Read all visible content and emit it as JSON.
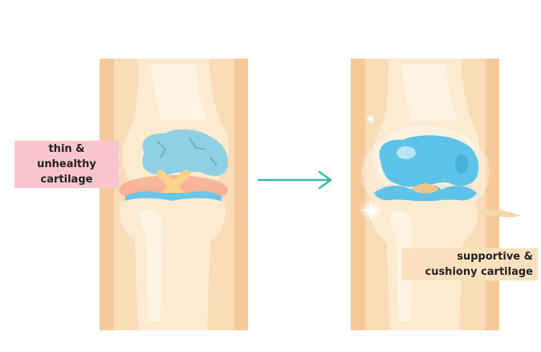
{
  "labels": {
    "left_line1": "thin & unhealthy",
    "left_line2": "cartilage",
    "right_line1": "supportive &",
    "right_line2": "cushiony cartilage"
  },
  "colors": {
    "skin_outer": "#f6c99a",
    "skin_mid": "#f9dcb8",
    "bone": "#fcebd0",
    "bone_highlight": "#fff6e6",
    "cartilage_blue": "#5ec3e8",
    "cartilage_dark": "#3aa7d8",
    "cartilage_damaged": "#8fd0e4",
    "inflamed": "#f7a58c",
    "arrow": "#3db3a8",
    "left_label_bg": "#f9c6cf",
    "right_label_bg": "#fde1bf"
  },
  "icons": {
    "arrow": "arrow-right-icon",
    "sparkle": "sparkle-icon"
  }
}
